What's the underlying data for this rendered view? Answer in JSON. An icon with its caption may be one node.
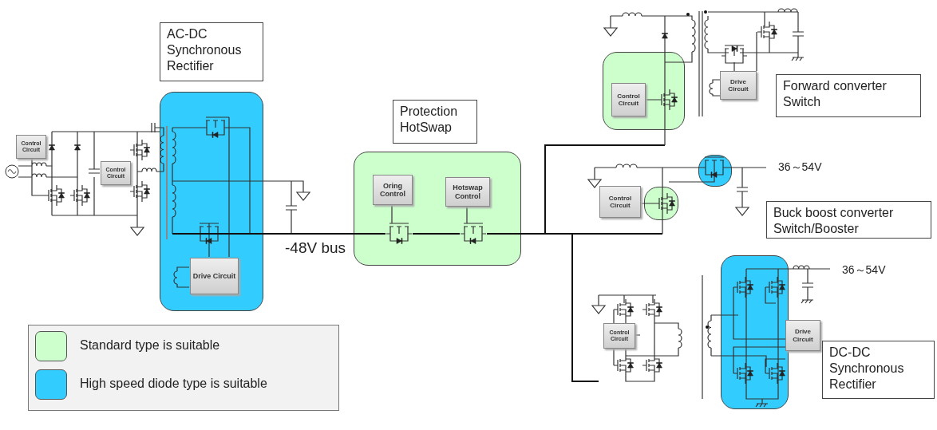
{
  "diagram": {
    "nodes": [
      {
        "text": [
          "AC-DC Synchronous Rectifier"
        ]
      },
      {
        "text": [
          "Control Circuit"
        ]
      },
      {
        "text": [
          "Control Circuit"
        ]
      },
      {
        "text": [],
        "shape": "box"
      },
      {
        "text": [
          "Drive Circuit"
        ],
        "in": 3
      },
      {
        "text": [
          "Protection HotSwap"
        ]
      },
      {
        "text": [],
        "shape": "box"
      },
      {
        "text": [
          "Oring Control"
        ],
        "in": 6
      },
      {
        "text": [
          "Hotswap Control"
        ],
        "in": 6
      },
      {
        "text": [],
        "shape": "box"
      },
      {
        "text": [
          "Control Circuit"
        ],
        "in": 9
      },
      {
        "text": [
          "Drive Circuit"
        ]
      },
      {
        "text": [
          "Forward converter Switch"
        ]
      },
      {
        "text": [],
        "shape": "box"
      },
      {
        "text": [
          "Control Circuit"
        ]
      },
      {
        "text": [],
        "shape": "box"
      },
      {
        "text": [
          "Buck boost converter Switch/Booster"
        ]
      },
      {
        "text": [
          "Control Circuit"
        ]
      },
      {
        "text": [],
        "shape": "box"
      },
      {
        "text": [
          "Drive Circuit"
        ]
      },
      {
        "text": [
          "DC-DC Synchronous Rectifier"
        ]
      }
    ],
    "labels": [
      "-48V bus",
      "36～54V",
      "36～54V"
    ],
    "legend": [
      {
        "text": "Standard type is suitable",
        "color": "#ccffcc"
      },
      {
        "text": "High speed diode type is suitable",
        "color": "#33ccff"
      }
    ]
  }
}
